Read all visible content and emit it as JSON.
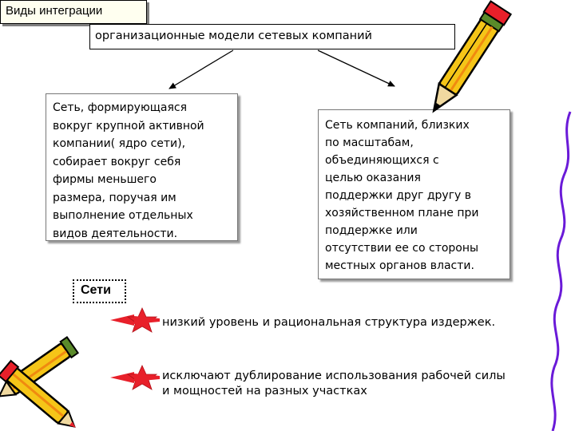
{
  "title": "Виды интеграции",
  "top_label": "организационные модели сетевых компаний",
  "left_text": [
    "Сеть, формирующаяся",
    "вокруг крупной активной",
    "компании( ядро сети),",
    "собирает вокруг себя",
    "фирмы меньшего",
    "размера, поручая им",
    "выполнение отдельных",
    "видов деятельности."
  ],
  "right_text": [
    "Сеть компаний, близких",
    "по масштабам,",
    "объединяющихся с",
    "целью оказания",
    "поддержки друг другу в",
    "хозяйственном плане при",
    "поддержке или",
    "отсутствии ее со стороны",
    "местных органов власти."
  ],
  "seti_label": "Сети",
  "bullets": [
    {
      "lines": [
        "низкий уровень и рациональная структура издержек."
      ]
    },
    {
      "lines": [
        "исключают дублирование использования рабочей силы",
        "и мощностей на разных участках"
      ]
    }
  ],
  "colors": {
    "bullet_red": "#e8202a",
    "pencil_yellow": "#f5c518",
    "pencil_orange": "#f08a10",
    "squiggle": "#6a1ad8",
    "title_bg": "#fffff0"
  },
  "icons": [
    "pencil-icon",
    "star-arrow-icon",
    "squiggle-line"
  ]
}
